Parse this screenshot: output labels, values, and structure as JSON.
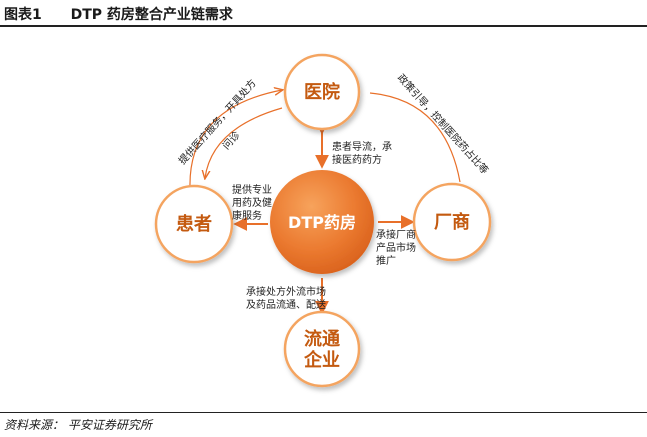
{
  "figure": {
    "number": "图表1",
    "title": "DTP 药房整合产业链需求",
    "source": "资料来源： 平安证券研究所"
  },
  "nodes": {
    "center": "DTP药房",
    "hospital": "医院",
    "patient": "患者",
    "manufacturer": "厂商",
    "distributor_line1": "流通",
    "distributor_line2": "企业"
  },
  "edge_labels": {
    "hospital_to_pharmacy": [
      "患者导流，承",
      "接医药药方"
    ],
    "pharmacy_to_patient": [
      "提供专业",
      "用药及健",
      "康服务"
    ],
    "pharmacy_to_manufacturer": [
      "承接厂商",
      "产品市场",
      "推广"
    ],
    "pharmacy_to_distributor": [
      "承接处方外流市场",
      "及药品流通、配送"
    ],
    "patient_to_hospital": "提供医疗服务，开具处方",
    "return_visit": "问诊",
    "manufacturer_to_hospital": "政策引导，控制医院药占比等"
  },
  "colors": {
    "node_fill": "#ffffff",
    "node_stroke": "#f4a460",
    "node_text": "#c45a10",
    "center_fill": "#e8702a",
    "arrow": "#e8702a"
  }
}
